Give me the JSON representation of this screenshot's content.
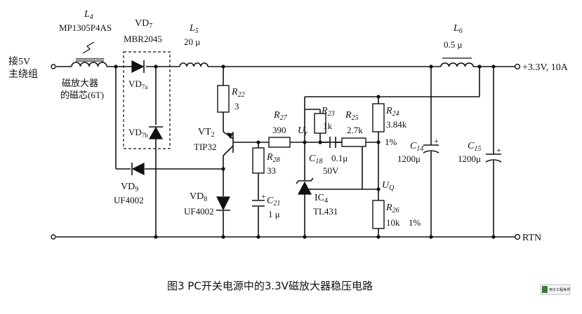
{
  "input_label": [
    "接5V",
    "主绕组"
  ],
  "output_label": "+3.3V, 10A",
  "rtn_label": "RTN",
  "caption": "图3  PC开关电源中的3.3V磁放大器稳压电路",
  "watermark": "电子工程世界",
  "components": {
    "L4": {
      "ref": "L",
      "sub": "4",
      "value": "MP1305P4AS",
      "note": [
        "磁放大器",
        "的磁芯(6T)"
      ]
    },
    "VD7": {
      "ref": "VD",
      "sub": "7",
      "value": "MBR2045"
    },
    "VD7a": {
      "ref": "VD",
      "sub": "7a"
    },
    "VD7b": {
      "ref": "VD",
      "sub": "7b"
    },
    "L5": {
      "ref": "L",
      "sub": "5",
      "value": "20 μ"
    },
    "L6": {
      "ref": "L",
      "sub": "6",
      "value": "0.5 μ"
    },
    "R22": {
      "ref": "R",
      "sub": "22",
      "value": "3"
    },
    "VT2": {
      "ref": "VT",
      "sub": "2",
      "value": "TIP32"
    },
    "R27": {
      "ref": "R",
      "sub": "27",
      "value": "390"
    },
    "R28": {
      "ref": "R",
      "sub": "28",
      "value": "33"
    },
    "C21": {
      "ref": "C",
      "sub": "21",
      "value": "1 μ"
    },
    "VD8": {
      "ref": "VD",
      "sub": "8",
      "value": "UF4002"
    },
    "VD9": {
      "ref": "VD",
      "sub": "9",
      "value": "UF4002"
    },
    "R23": {
      "ref": "R",
      "sub": "23",
      "value": "1k"
    },
    "C18": {
      "ref": "C",
      "sub": "18",
      "value": "0.1μ",
      "value2": "50V"
    },
    "R25": {
      "ref": "R",
      "sub": "25",
      "value": "2.7k"
    },
    "R24": {
      "ref": "R",
      "sub": "24",
      "value": "3.84k",
      "tol": "1%"
    },
    "R26": {
      "ref": "R",
      "sub": "26",
      "value": "10k",
      "tol": "1%"
    },
    "IC4": {
      "ref": "IC",
      "sub": "4",
      "value": "TL431"
    },
    "C14": {
      "ref": "C",
      "sub": "14",
      "value": "1200μ"
    },
    "C15": {
      "ref": "C",
      "sub": "15",
      "value": "1200μ"
    },
    "Ur": {
      "ref": "U",
      "sub": "r"
    },
    "UQ": {
      "ref": "U",
      "sub": "Q"
    }
  }
}
